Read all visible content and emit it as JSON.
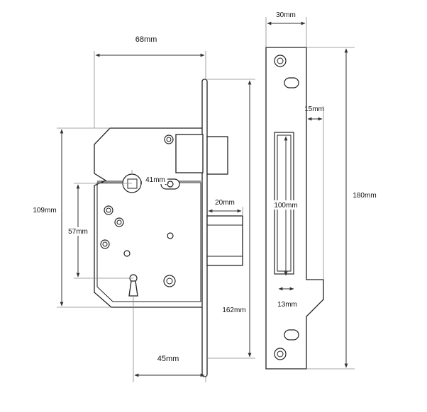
{
  "diagram": {
    "dimensions": {
      "body_width": "68mm",
      "faceplate_width": "30mm",
      "faceplate_tab": "15mm",
      "spindle_to_bolt": "41mm",
      "bolt_throw": "20mm",
      "body_height": "109mm",
      "backset_spindle": "57mm",
      "bolt_slot_height": "100mm",
      "strike_height": "180mm",
      "forend_height": "162mm",
      "slot_width": "13mm",
      "backset": "45mm"
    }
  }
}
